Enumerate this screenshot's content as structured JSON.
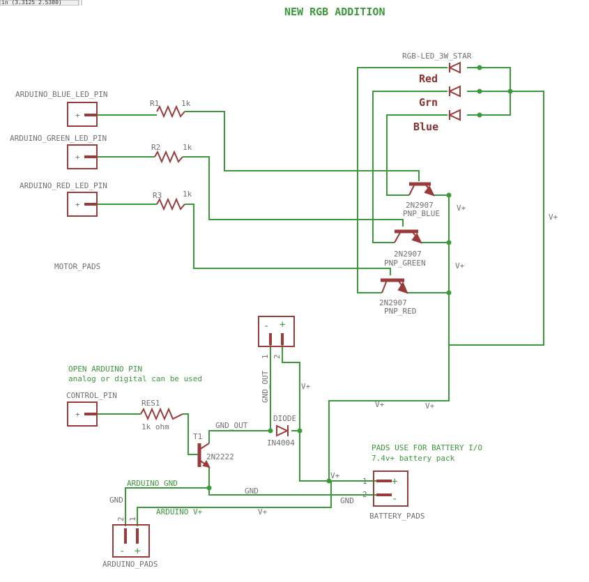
{
  "toolbar": {
    "coordinates": "in (3.3125 2.5380)"
  },
  "title": "NEW RGB ADDITION",
  "colors": {
    "wire": "#3a9a3a",
    "part": "#9a3a3a",
    "label_green": "#3a9a3a",
    "label_red": "#8a3030",
    "text_gray": "#707070"
  },
  "labels": {
    "blue_pin": "ARDUINO_BLUE_LED_PIN",
    "green_pin": "ARDUINO_GREEN_LED_PIN",
    "red_pin": "ARDUINO_RED_LED_PIN",
    "motor_pads": "MOTOR_PADS",
    "control_pin": "CONTROL_PIN",
    "open_pin_1": "OPEN ARDUINO PIN",
    "open_pin_2": "analog or digital can be used",
    "r1": "R1",
    "r1_val": "1k",
    "r2": "R2",
    "r2_val": "1k",
    "r3": "R3",
    "r3_val": "1k",
    "res1": "RES1",
    "res1_val": "1k ohm",
    "led_star": "RGB-LED_3W_STAR",
    "led_red": "Red",
    "led_grn": "Grn",
    "led_blue": "Blue",
    "q_blue_a": "2N2907",
    "q_blue_b": "PNP_BLUE",
    "q_green_a": "2N2907",
    "q_green_b": "PNP_GREEN",
    "q_red_a": "2N2907",
    "q_red_b": "PNP_RED",
    "t1": "T1",
    "t1_val": "2N2222",
    "gnd_out_h": "GND_OUT",
    "gnd_out_v": "GND_OUT",
    "diode": "DIODE",
    "diode_val": "IN4004",
    "battery_1": "PADS USE FOR BATTERY I/O",
    "battery_2": "7.4v+ battery pack",
    "battery_pads": "BATTERY_PADS",
    "arduino_pads": "ARDUINO_PADS",
    "arduino_gnd": "ARDUINO GND",
    "arduino_v": "ARDUINO V+",
    "gnd": "GND",
    "vplus": "V+",
    "pin1": "1",
    "pin2": "2",
    "plus": "+",
    "minus": "-"
  }
}
